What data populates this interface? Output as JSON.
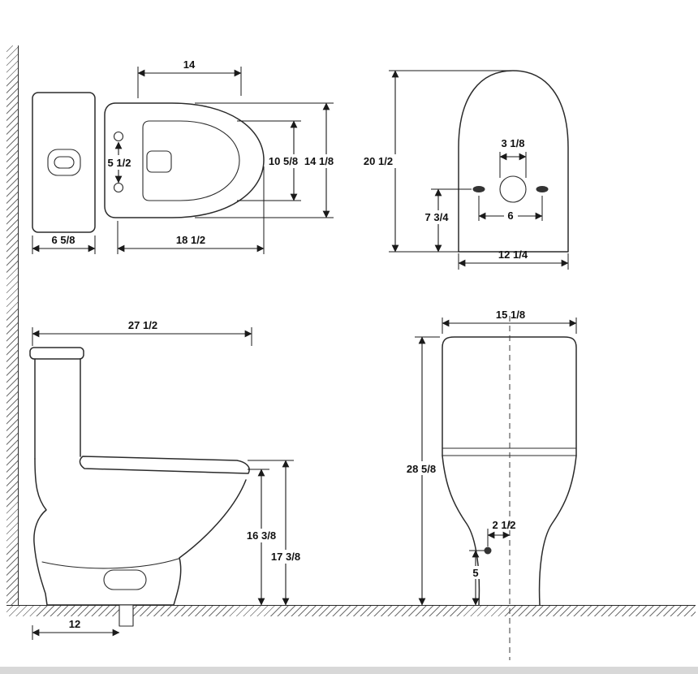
{
  "style": {
    "line_color": "#2b2b2b",
    "dim_color": "#1a1a1a",
    "hatch_color": "#707070",
    "bottom_bar_color": "#d8d8d8"
  },
  "views": {
    "plan": {
      "dims": {
        "lid_width": "14",
        "hinge_spacing": "5 1/2",
        "bowl_inner_length": "10 5/8",
        "seat_outer_length": "14 1/8",
        "tank_depth": "6 5/8",
        "seat_length": "18 1/2"
      }
    },
    "tank_top": {
      "dims": {
        "overall_depth": "20 1/2",
        "valve_cap": "3 1/8",
        "bolt_spacing": "6",
        "bolt_offset": "7 3/4",
        "width": "12 1/4"
      }
    },
    "side": {
      "dims": {
        "overall_depth": "27 1/2",
        "seat_height": "16 3/8",
        "rim_height": "17 3/8",
        "rough_in": "12"
      }
    },
    "front": {
      "dims": {
        "width": "15 1/8",
        "overall_height": "28 5/8",
        "supply_offset": "2 1/2",
        "supply_height": "5"
      }
    }
  }
}
